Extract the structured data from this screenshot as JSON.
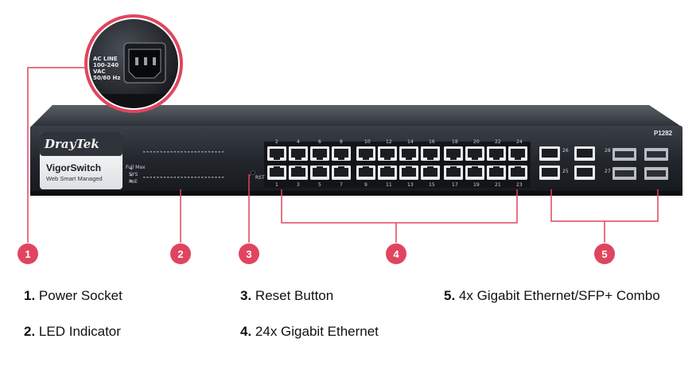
{
  "device": {
    "brand": "DrayTek",
    "product": "VigorSwitch",
    "subtitle": "Web Smart Managed",
    "model": "P1282",
    "power_label": [
      "AC LINE",
      "100-240 VAC",
      "50/60 Hz"
    ],
    "reset_label": "RST",
    "led_labels": [
      "Full Max",
      "SYS",
      "PoE"
    ],
    "top_port_numbers": [
      "2",
      "4",
      "6",
      "8",
      "10",
      "12",
      "14",
      "16",
      "18",
      "20",
      "22",
      "24"
    ],
    "bottom_port_numbers": [
      "1",
      "3",
      "5",
      "7",
      "9",
      "11",
      "13",
      "15",
      "17",
      "19",
      "21",
      "23"
    ],
    "combo_port_numbers": [
      "26",
      "28",
      "25",
      "27"
    ]
  },
  "markers": [
    "1",
    "2",
    "3",
    "4",
    "5"
  ],
  "legend": [
    {
      "num": "1",
      "sep": ".",
      "text": " Power Socket"
    },
    {
      "num": "2",
      "sep": ".",
      "text": " LED Indicator"
    },
    {
      "num": "3",
      "sep": ".",
      "text": " Reset Button"
    },
    {
      "num": "4",
      "sep": ".",
      "text": " 24x Gigabit Ethernet"
    },
    {
      "num": "5",
      "sep": ".",
      "text": " 4x Gigabit Ethernet/SFP+ Combo"
    }
  ],
  "colors": {
    "accent": "#e0455f",
    "chassis": "#2a2e35",
    "port": "#e9ebee"
  }
}
